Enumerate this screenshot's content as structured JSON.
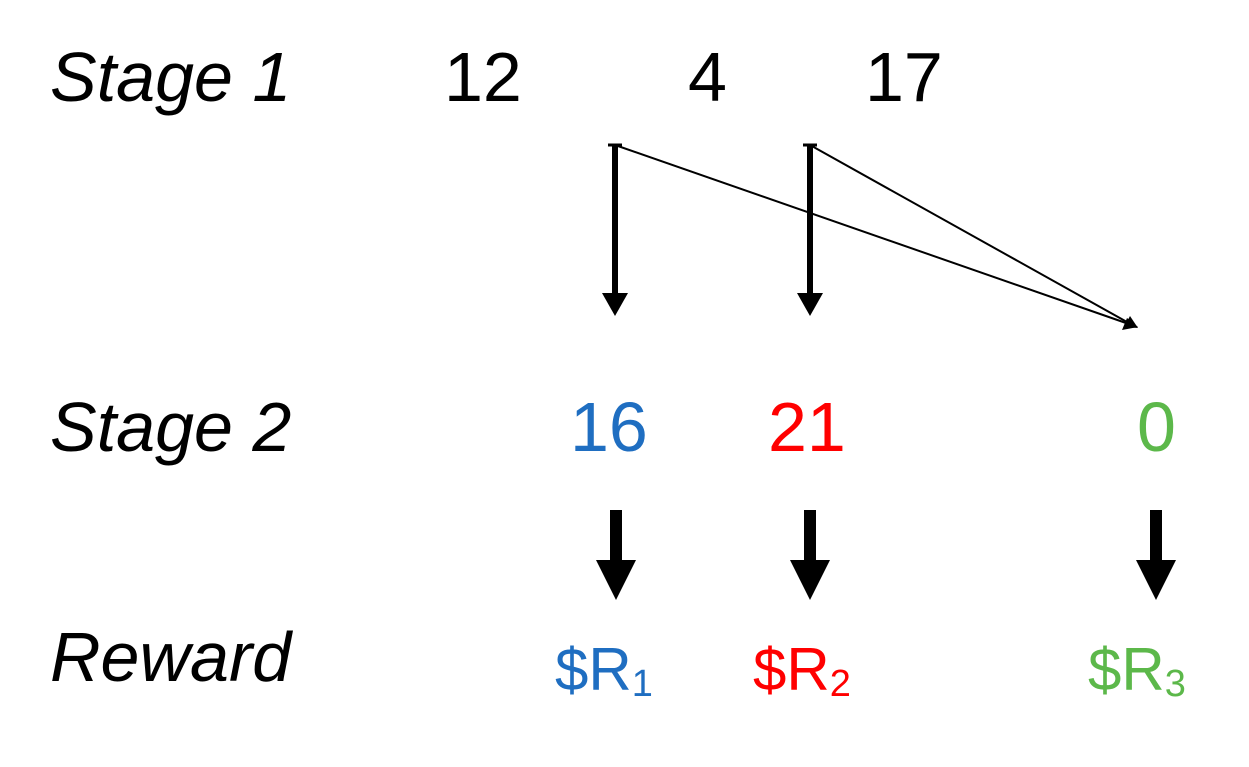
{
  "rows": {
    "stage1_label": "Stage 1",
    "stage2_label": "Stage 2",
    "reward_label": "Reward"
  },
  "stage1_values": [
    "12",
    "4",
    "17"
  ],
  "stage2_values": [
    "16",
    "21",
    "0"
  ],
  "rewards": [
    {
      "prefix": "$R",
      "sub": "1"
    },
    {
      "prefix": "$R",
      "sub": "2"
    },
    {
      "prefix": "$R",
      "sub": "3"
    }
  ],
  "colors": {
    "text": "#000000",
    "blue": "#1f6ec1",
    "red": "#ff0000",
    "green": "#5cb84a"
  }
}
